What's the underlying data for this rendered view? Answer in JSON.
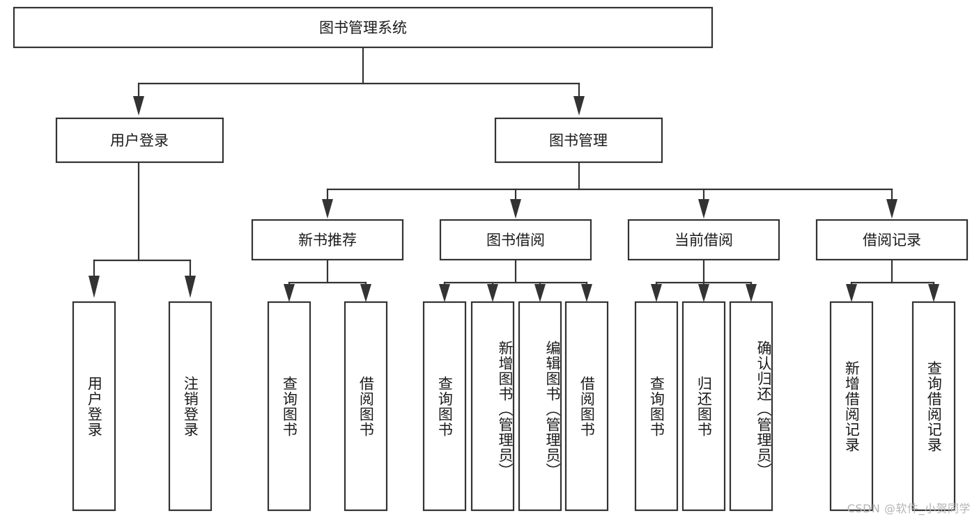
{
  "diagram": {
    "type": "tree-hierarchy",
    "title": "图书管理系统",
    "root": {
      "id": "root",
      "label": "图书管理系统",
      "orientation": "horizontal"
    },
    "level2": [
      {
        "id": "user-login",
        "label": "用户登录",
        "orientation": "horizontal"
      },
      {
        "id": "book-manage",
        "label": "图书管理",
        "orientation": "horizontal"
      }
    ],
    "level3": [
      {
        "id": "new-book-recommend",
        "label": "新书推荐",
        "parent": "book-manage",
        "orientation": "horizontal"
      },
      {
        "id": "book-borrow",
        "label": "图书借阅",
        "parent": "book-manage",
        "orientation": "horizontal"
      },
      {
        "id": "current-borrow",
        "label": "当前借阅",
        "parent": "book-manage",
        "orientation": "horizontal"
      },
      {
        "id": "borrow-record",
        "label": "借阅记录",
        "parent": "book-manage",
        "orientation": "horizontal"
      }
    ],
    "leaves": [
      {
        "id": "leaf-user-login",
        "label": "用户登录",
        "parent": "user-login",
        "orientation": "vertical"
      },
      {
        "id": "leaf-user-logout",
        "label": "注销登录",
        "parent": "user-login",
        "orientation": "vertical"
      },
      {
        "id": "leaf-query-book-1",
        "label": "查询图书",
        "parent": "new-book-recommend",
        "orientation": "vertical"
      },
      {
        "id": "leaf-borrow-book-1",
        "label": "借阅图书",
        "parent": "new-book-recommend",
        "orientation": "vertical"
      },
      {
        "id": "leaf-query-book-2",
        "label": "查询图书",
        "parent": "book-borrow",
        "orientation": "vertical"
      },
      {
        "id": "leaf-add-book",
        "label": "新增图书（管理员）",
        "parent": "book-borrow",
        "orientation": "vertical"
      },
      {
        "id": "leaf-edit-book",
        "label": "编辑图书（管理员）",
        "parent": "book-borrow",
        "orientation": "vertical"
      },
      {
        "id": "leaf-borrow-book-2",
        "label": "借阅图书",
        "parent": "book-borrow",
        "orientation": "vertical"
      },
      {
        "id": "leaf-query-book-3",
        "label": "查询图书",
        "parent": "current-borrow",
        "orientation": "vertical"
      },
      {
        "id": "leaf-return-book",
        "label": "归还图书",
        "parent": "current-borrow",
        "orientation": "vertical"
      },
      {
        "id": "leaf-confirm-return",
        "label": "确认归还（管理员）",
        "parent": "current-borrow",
        "orientation": "vertical"
      },
      {
        "id": "leaf-add-record",
        "label": "新增借阅记录",
        "parent": "borrow-record",
        "orientation": "vertical"
      },
      {
        "id": "leaf-query-record",
        "label": "查询借阅记录",
        "parent": "borrow-record",
        "orientation": "vertical"
      }
    ],
    "watermark": "CSDN @软件_小贺同学",
    "colors": {
      "stroke": "#333333",
      "box_fill": "#ffffff",
      "text": "#1a1a1a",
      "watermark": "#b4b4b4",
      "background": "#ffffff"
    }
  }
}
